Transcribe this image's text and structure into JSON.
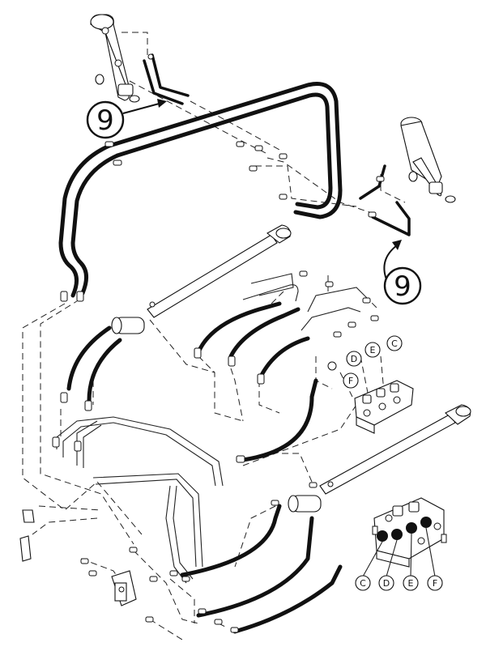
{
  "callouts": {
    "left_nine": "9",
    "right_nine": "9"
  },
  "port_labels_main": [
    "D",
    "E",
    "C",
    "F"
  ],
  "port_labels_inset": [
    "C",
    "D",
    "E",
    "F"
  ]
}
